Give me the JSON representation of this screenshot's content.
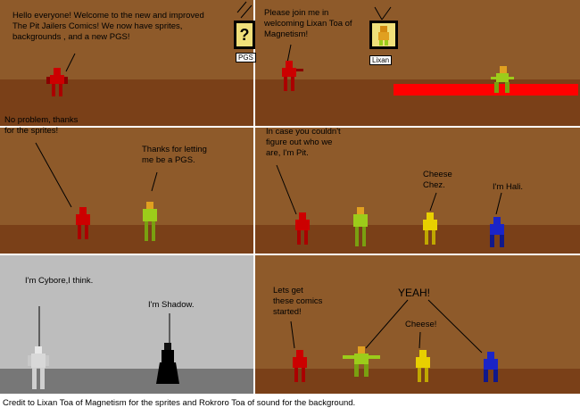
{
  "panels": {
    "p1": {
      "caption": "Hello everyone! Welcome to the new and improved\nThe Pit Jailers Comics! We now have sprites,\nbackgrounds , and a new PGS!",
      "frame_label": "PGS"
    },
    "p2": {
      "caption": "Please join me in\nwelcoming Lixan Toa of\nMagnetism!",
      "frame_label": "Lixan"
    },
    "p3": {
      "caption_left": "No problem, thanks\nfor the sprites!",
      "caption_right": "Thanks for letting\nme be a PGS."
    },
    "p4": {
      "caption_pit": "In case you couldn't\nfigure out who we\nare, I'm Pit.",
      "caption_chez": "Cheese\nChez.",
      "caption_hali": "I'm Hali."
    },
    "p5": {
      "caption_cybore": "I'm Cybore,I think.",
      "caption_shadow": "I'm Shadow."
    },
    "p6": {
      "caption_pit": "Lets get\nthese comics\nstarted!",
      "caption_yeah": "YEAH!",
      "caption_cheese": "Cheese!"
    }
  },
  "credit": "Credit to Lixan Toa of Magnetism for the sprites and Rokroro Toa of sound for the background.",
  "colors": {
    "wall": "#8e5a2a",
    "floor": "#7a4018",
    "gray_wall": "#bdbdbd",
    "gray_floor": "#777777",
    "pit_red": "#cc0000",
    "lixan_lime": "#9ccc1a",
    "chez_yellow": "#e8d000",
    "hali_blue": "#1a24c8"
  }
}
